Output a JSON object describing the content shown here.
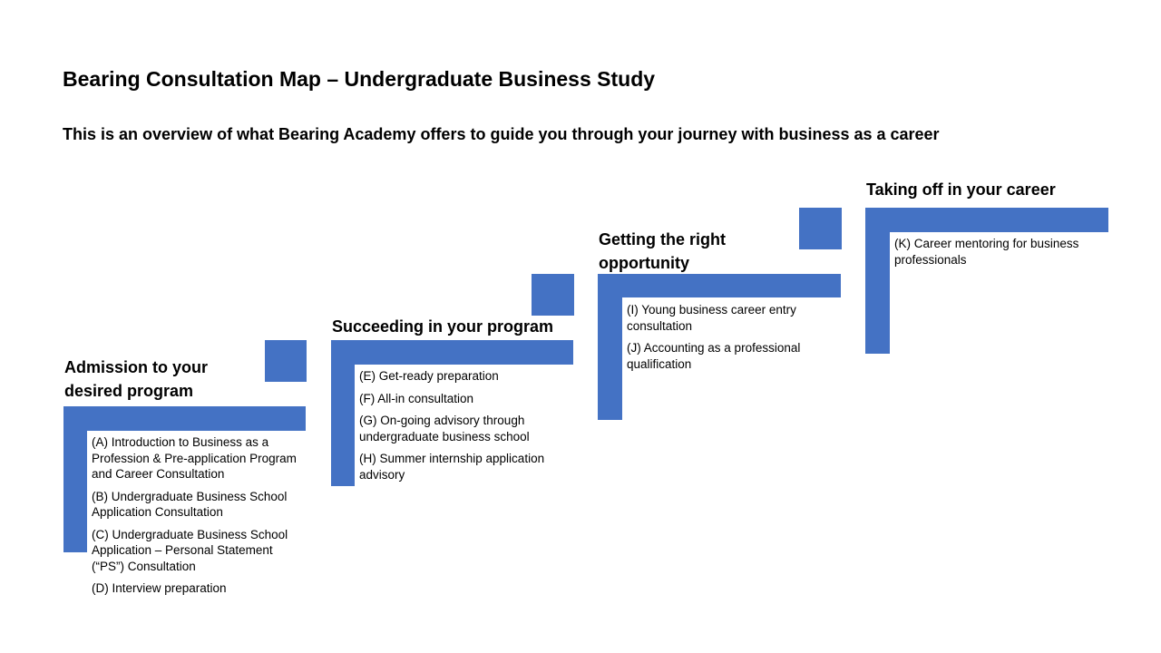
{
  "title": "Bearing Consultation Map – Undergraduate Business Study",
  "subtitle": "This is an overview of what Bearing Academy offers to guide you through your journey with business as a career",
  "colors": {
    "step": "#4472C4",
    "background": "#FFFFFF"
  },
  "steps": [
    {
      "heading_line1": "Admission to your",
      "heading_line2": "desired program",
      "items": [
        "(A) Introduction to Business as a Profession & Pre-application Program and Career Consultation",
        "(B) Undergraduate Business School Application Consultation",
        "(C) Undergraduate Business School Application – Personal Statement (“PS”) Consultation",
        "(D) Interview preparation"
      ]
    },
    {
      "heading_line1": "Succeeding in your program",
      "items": [
        "(E) Get-ready preparation",
        "(F) All-in consultation",
        "(G) On-going advisory through undergraduate business school",
        "(H) Summer internship application advisory"
      ]
    },
    {
      "heading_line1": "Getting the right",
      "heading_line2": "opportunity",
      "items": [
        "(I) Young business career entry consultation",
        "(J) Accounting as a professional qualification"
      ]
    },
    {
      "heading_line1": "Taking off in your career",
      "items": [
        "(K) Career mentoring for business professionals"
      ]
    }
  ]
}
